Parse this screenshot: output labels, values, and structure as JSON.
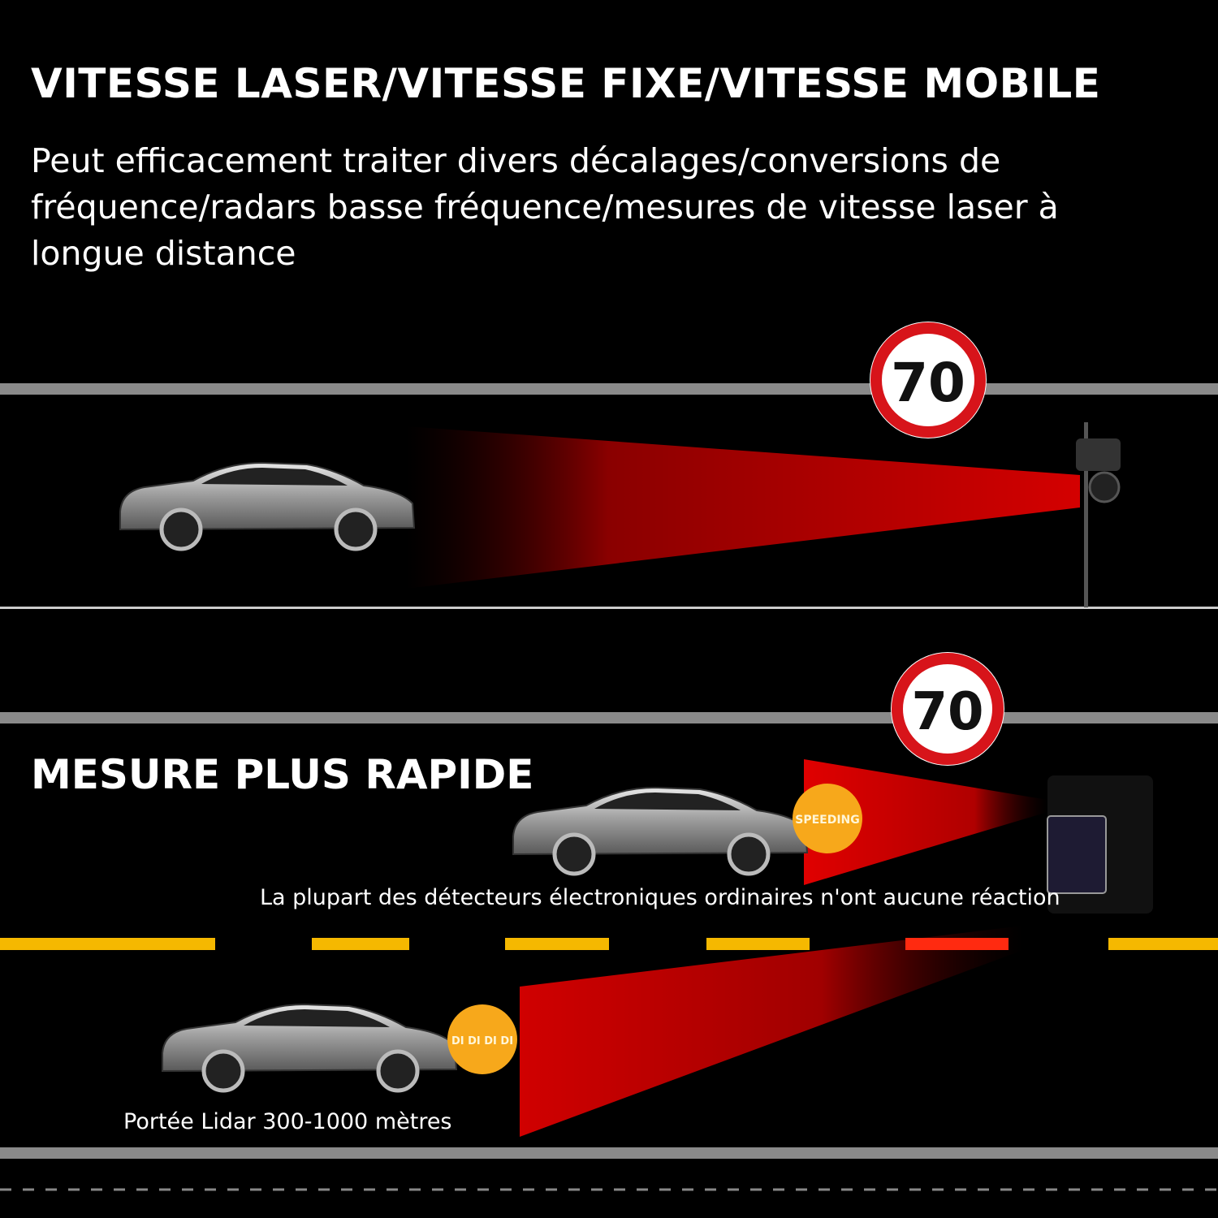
{
  "header": {
    "title": "VITESSE LASER/VITESSE FIXE/VITESSE MOBILE",
    "description": "Peut efficacement traiter divers décalages/conversions de fréquence/radars basse fréquence/mesures de vitesse laser à longue distance"
  },
  "scene_top": {
    "speed_sign": "70"
  },
  "scene_bottom": {
    "title": "MESURE PLUS RAPIDE",
    "speed_sign": "70",
    "badge_speeding": "SPEEDING",
    "badge_beep": "DI DI DI DI",
    "caption_detectors": "La plupart des détecteurs électroniques ordinaires n'ont aucune réaction",
    "caption_range": "Portée Lidar 300-1000 mètres"
  },
  "colors": {
    "background": "#000000",
    "laser_red": "#d00000",
    "lane_yellow": "#f5b800",
    "badge_orange": "#f7a81b",
    "sign_red": "#d7141a",
    "road_gray": "#8a8a8a"
  }
}
